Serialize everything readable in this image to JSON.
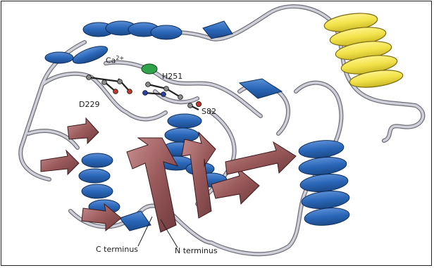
{
  "labels": {
    "calcium": "Ca",
    "calcium_charge": "2+",
    "his": "H251",
    "asp": "D229",
    "ser": "S82",
    "c_terminus": "C terminus",
    "n_terminus": "N terminus"
  },
  "colors": {
    "helix_blue": "#2a66b8",
    "helix_yellow": "#f2e24a",
    "strand_maroon": "#9a5a5c",
    "loop_grey": "#b8b8c0",
    "calcium_green": "#2fa34a"
  }
}
